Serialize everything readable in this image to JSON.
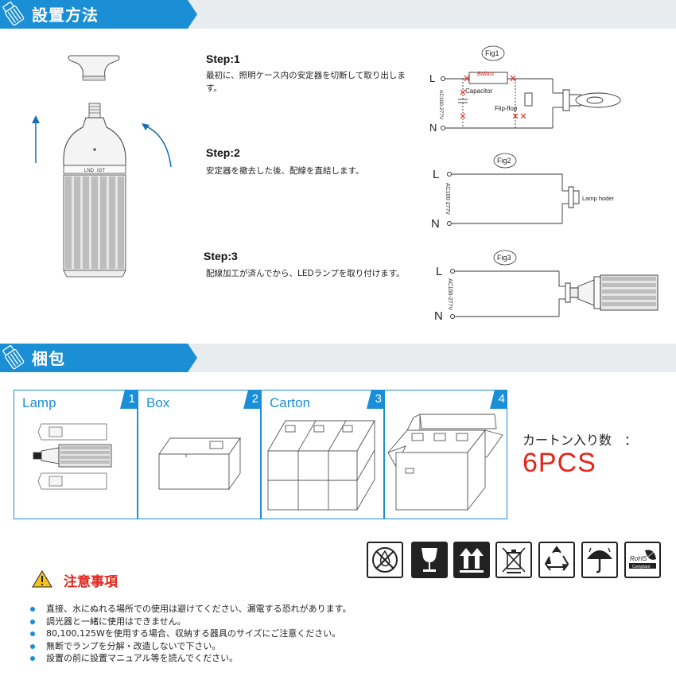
{
  "install": {
    "section_title": "設置方法",
    "steps": [
      {
        "title": "Step:1",
        "text": "最初に、照明ケース内の安定器を切断して取り出します。"
      },
      {
        "title": "Step:2",
        "text": "安定器を撤去した後、配線を直結します。"
      },
      {
        "title": "Step:3",
        "text": "配線加工が済んでから、LEDランプを取り付けます。"
      }
    ],
    "lamp_label_left": "LND",
    "lamp_label_right": "IGT",
    "fig1": {
      "label": "Fig1",
      "L": "L",
      "N": "N",
      "voltage": "AC100-277V",
      "ballast": "Ballast",
      "capacitor": "Capacitor",
      "flipflop": "Flip-flop"
    },
    "fig2": {
      "label": "Fig2",
      "L": "L",
      "N": "N",
      "voltage": "AC100-277V",
      "holder": "Lamp hoder"
    },
    "fig3": {
      "label": "Fig3",
      "L": "L",
      "N": "N",
      "voltage": "AC100-277V"
    }
  },
  "packing": {
    "section_title": "梱包",
    "panels": [
      {
        "title": "Lamp",
        "number": "1"
      },
      {
        "title": "Box",
        "number": "2"
      },
      {
        "title": "Carton",
        "number": "3"
      },
      {
        "title": "",
        "number": "4"
      }
    ],
    "carton_label": "カートン入り数　：",
    "carton_value": "6PCS"
  },
  "symbols": [
    "no-wet-icon",
    "fragile-glass-icon",
    "this-way-up-icon",
    "weee-bin-icon",
    "recycle-icon",
    "keep-dry-umbrella-icon",
    "rohs-compliant-icon"
  ],
  "rohs": {
    "text": "RoHS",
    "sub": "Compliant"
  },
  "caution": {
    "title": "注意事項",
    "items": [
      "直接、水にぬれる場所での使用は避けてください、漏電する恐れがあります。",
      "調光器と一緒に使用はできません。",
      "80,100,125Wを使用する場合、収納する器具のサイズにご注意ください。",
      "無断でランプを分解・改造しないで下さい。",
      "設置の前に設置マニュアル等を読んでください。"
    ]
  },
  "colors": {
    "accent": "#1b8fd6",
    "warning": "#e5241a",
    "header_grey": "#e9ecee"
  }
}
